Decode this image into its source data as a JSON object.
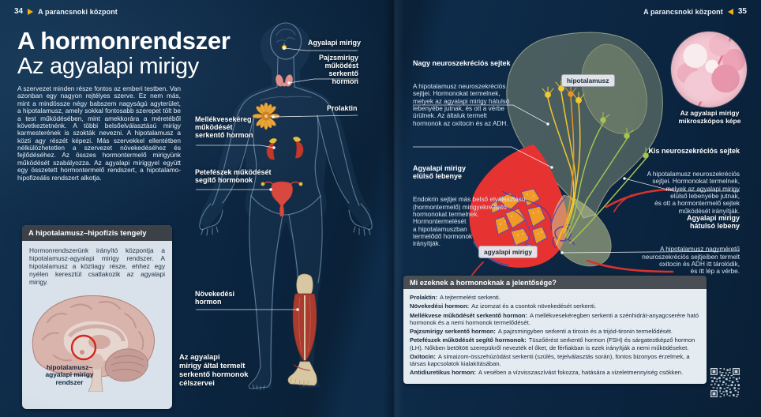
{
  "header": {
    "left_page_number": "34",
    "left_section": "A parancsnoki központ",
    "right_section": "A parancsnoki központ",
    "right_page_number": "35"
  },
  "intro": {
    "title_line1": "A hormonrendszer",
    "title_line2": "Az agyalapi mirigy",
    "body": "A szervezet minden része fontos az emberi testben. Van azonban egy nagyon rejtélyes szerve. Ez nem más, mint a mindössze négy babszem nagyságú agyterület, a hipotalamusz, amely sokkal fontosabb szerepet tölt be a test működésében, mint amekkorára a méretéből következtetnénk. A többi belsőelválasztású mirigy karmesterének is szokták nevezni. A hipotalamusz a közti agy részét képezi. Más szervekkel ellentétben nélkülözhetetlen a szervezet növekedéséhez és fejlődéséhez. Az összes hormontermelő mirigyünk működését szabályozza. Az agyalapi miriggyel együtt egy összetett hormontermelő rendszert, a hipotalamo-hipofizeális rendszert alkotja."
  },
  "axis_box": {
    "title": "A hipotalamusz–hipofízis tengely",
    "body": "Hormonrendszerünk irányító központja a hipotalamusz-agyalapi mirigy rendszer. A hipotalamusz a köztiagy része, ehhez egy nyélen keresztül csatlakozik az agyalapi mirigy.",
    "brain_label": "hipotalamusz–\nagyalapi mirigy\nrendszer"
  },
  "body_figure": {
    "labels": [
      {
        "text": "Agyalapi mirigy"
      },
      {
        "text": "Pajzsmirigy\nműködést\nserkentő hormon"
      },
      {
        "text": "Prolaktin"
      },
      {
        "text": "Mellékvesekéreg\nműködését\nserkentő hormon"
      },
      {
        "text": "Petefészek működését\nsegítő hormonok"
      },
      {
        "text": "Növekedési\nhormon"
      }
    ],
    "caption": "Az agyalapi\nmirigy által termelt\nserkentő hormonok\ncélszervei"
  },
  "diagram": {
    "large_cells": {
      "heading": "Nagy neuroszekréciós sejtek",
      "body": "A hipotalamusz neuroszekréciós\nsejtjei. Hormonokat termelnek,\nmelyek az agyalapi mirigy hátulsó\nlebenyébe jutnak, és ott a vérbe\nürülnek. Az általuk termelt\nhormonok az oxitocin és az ADH."
    },
    "hypothalamus_label": "hipotalamusz",
    "micrograph_caption": "Az agyalapi mirigy\nmikroszkópos képe",
    "small_cells": {
      "heading": "Kis neuroszekréciós sejtek",
      "body": "A hipotalamusz neuroszekréciós\nsejtjei. Hormonokat termelnek,\nmelyek az agyalapi mirigy\nelülső lebenyébe jutnak,\nés ott a hormontermelő sejtek\nműködését irányítják."
    },
    "anterior_lobe": {
      "heading": "Agyalapi mirigy\nelülső lebenye",
      "body": "Endokrin sejtjei más belső elválasztású\n(hormontermelő) mirigyekre ható\nhormonokat termelnek.\nHormontermelését\na hipotalamuszban\ntermelődő hormonok\nirányítják."
    },
    "posterior_lobe": {
      "heading": "Agyalapi mirigy\nhátulsó lebeny",
      "body": "A hipotalamusz nagyméretű\nneuroszekréciós sejtjeiben termelt\noxitocin és ADH itt tárolódik,\nés itt lép a vérbe."
    },
    "pituitary_label": "agyalapi mirigy"
  },
  "hormones_box": {
    "title": "Mi ezeknek a hormonoknak a jelentősége?",
    "items": [
      {
        "term": "Prolaktin:",
        "desc": "A tejtermelést serkenti."
      },
      {
        "term": "Növekedési hormon:",
        "desc": "Az izomzat és a csontok növekedését serkenti."
      },
      {
        "term": "Mellékvese működését serkentő hormon:",
        "desc": "A mellékvesekéregben serkenti a szénhidrát-anyagcserére ható hormonok és a nemi hormonok termelődését."
      },
      {
        "term": "Pajzsmirigy serkentő hormon:",
        "desc": "A pajzsmirigyben serkenti a tiroxin és a trijód-tironin termelődését."
      },
      {
        "term": "Petefészek működését segítő hormonok:",
        "desc": "Tüszőérést serkentő hormon (FSH) és sárgatestképző hormon (LH). Nőkben betöltött szerepükről nevezték el őket, de férfiakban is ezek irányítják a nemi működéseket."
      },
      {
        "term": "Oxitocin:",
        "desc": "A simaizom-összehúzódást serkenti (szülés, tejelválasztás során), fontos bizonyos érzelmek, a társas kapcsolatok kialakításában."
      },
      {
        "term": "Antidiuretikus hormon:",
        "desc": "A vesében a vízvisszaszívást fokozza, hatására a vizeletmennyiség csökken."
      }
    ]
  },
  "colors": {
    "page_bg": "#0b2440",
    "accent_yellow": "#f0b31c",
    "anterior_lobe_red": "#e63231",
    "box_header_gray": "#484e54",
    "box_body_light": "#e4ebf1"
  }
}
